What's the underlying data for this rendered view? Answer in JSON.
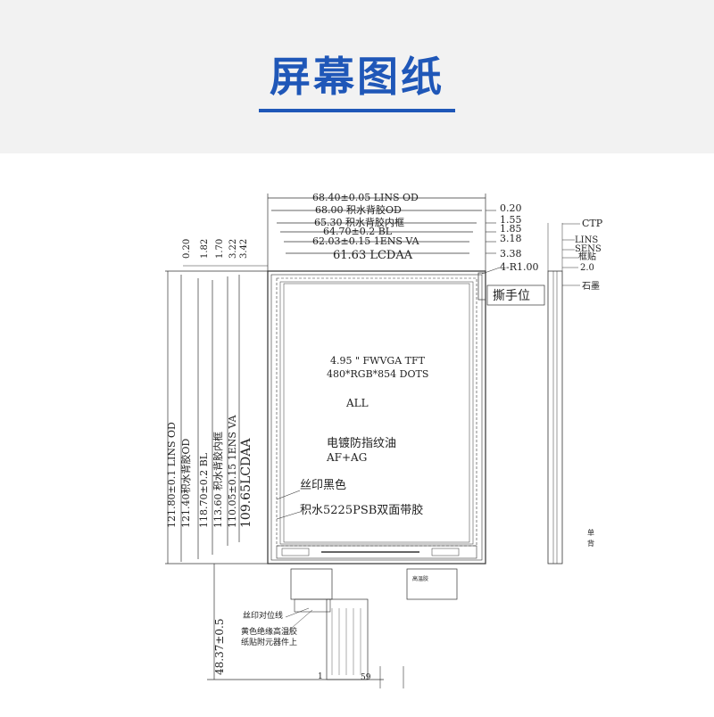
{
  "header": {
    "title": "屏幕图纸"
  },
  "top_dims": [
    {
      "label": "68.40±0.05 LINS OD",
      "right": "0.20"
    },
    {
      "label": "68.00 积水背胶OD",
      "right": "1.55"
    },
    {
      "label": "65.30 积水背胶内框",
      "right": "1.85"
    },
    {
      "label": "64.70±0.2 BL",
      "right": "3.18"
    },
    {
      "label": "62.03±0.15 1ENS VA",
      "right": "3.38"
    }
  ],
  "lcdaa_h": "61.63 LCDAA",
  "left_top_labels": [
    "0.20",
    "1.82",
    "1.70",
    "3.22",
    "3.42"
  ],
  "left_dims": [
    "121.80±0.1 LINS OD",
    "121.40积水背胶OD",
    "118.70±0.2 BL",
    "113.60 积水背胶内框",
    "110.05±0.15 1ENS VA",
    "109.65LCDAA"
  ],
  "bottom_dim": "48.37±0.5",
  "tear_label": "撕手位",
  "r_label": "4-R1.00",
  "center_text": [
    "4.95 \" FWVGA TFT",
    "480*RGB*854 DOTS",
    "ALL",
    "电镀防指纹油",
    "AF+AG"
  ],
  "silk_label": "丝印黑色",
  "tape_label": "积水5225PSB双面带胶",
  "bottom_notes": [
    "丝印对位线",
    "黄色绝缘高温胶",
    "纸贴附元器件上"
  ],
  "side_labels": [
    "CTP",
    "LINS",
    "SENS",
    "框贴",
    "2.0",
    "石墨"
  ],
  "side_notes": [
    "单",
    "背"
  ],
  "pcb_marks": [
    "高温胶"
  ],
  "bottom_small": [
    "1",
    "59"
  ]
}
